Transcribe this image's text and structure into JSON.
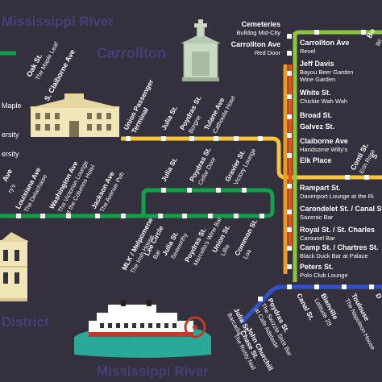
{
  "area_labels": {
    "river_top": "Mississippi River",
    "river_bottom": "Mississippi River",
    "carrollton": "Carrollton",
    "district": "District"
  },
  "colors": {
    "background": "#34303d",
    "green_line": "#12a14a",
    "yellow_line": "#f6c53a",
    "red_line": "#e2521f",
    "lime_line": "#8cc63f",
    "blue_line": "#2e54c8",
    "water": "#4a3f7a",
    "building": "#f1e6b8"
  },
  "icons": [
    "cemetery-tomb-icon",
    "university-building-icon",
    "mansion-icon",
    "steamboat-icon"
  ],
  "stops": {
    "cemeteries": {
      "name": "Cemeteries",
      "venue": "Bulldog Mid-City"
    },
    "carrollton_ave_red": {
      "name": "Carrollton Ave",
      "venue": "Red Door"
    },
    "carrollton_ave_lime": {
      "name": "Carrollton Ave",
      "venue": "Revel"
    },
    "jeff_davis": {
      "name": "Jeff Davis",
      "venue": "Bayou Beer Garden",
      "venue2": "Wine Garden"
    },
    "white_st": {
      "name": "White St.",
      "venue": "Chickie Wah Wah"
    },
    "broad_st": {
      "name": "Broad St."
    },
    "galvez_st": {
      "name": "Galvez St."
    },
    "claiborne_ave": {
      "name": "Claiborne Ave",
      "venue": "Handsome Willy's"
    },
    "elk_place": {
      "name": "Elk Place"
    },
    "rampart_st": {
      "name": "Rampart St.",
      "venue": "Davenport Lounge at the Ri"
    },
    "carondelet_st": {
      "name": "Carondelet St. / Canal St.",
      "venue": "Sazerac Bar"
    },
    "royal_st": {
      "name": "Royal St. / St. Charles",
      "venue": "Carousel Bar"
    },
    "camp_st": {
      "name": "Camp St. / Chartres St.",
      "venue": "Black Duck Bar at Palace"
    },
    "peters_st": {
      "name": "Peters St.",
      "venue": "Polo Club Lounge"
    },
    "oak_st": {
      "name": "Oak St.",
      "venue": "The Maple Leaf"
    },
    "s_claiborne_ave": {
      "name": "S. Claiborne Ave"
    },
    "maple": {
      "name": "Maple"
    },
    "ersity_1": {
      "name": "ersity"
    },
    "ersity_2": {
      "name": "ersity"
    },
    "ave_left": {
      "name": "Ave",
      "venue": "ry's"
    },
    "union_passenger": {
      "name": "Union Passenger",
      "name2": "Terminal"
    },
    "julia_st_yellow": {
      "name": "Julia St."
    },
    "poydras_st_yellow": {
      "name": "Poydras St.",
      "venue": "Borgne"
    },
    "tulane_ave": {
      "name": "Tulane Ave",
      "venue": "Cathouila Hotel"
    },
    "louisiana_ave": {
      "name": "Louisiana Ave",
      "venue": "The Delachaise"
    },
    "washington_ave": {
      "name": "Washington Ave",
      "venue": "The Victorian Lounge",
      "venue2": "at the Columns Hotel"
    },
    "jackson_ave": {
      "name": "Jackson Ave",
      "venue": "The Avenue Pub"
    },
    "julia_st_green": {
      "name": "Julia St."
    },
    "poydras_st_green": {
      "name": "Poydras St.",
      "venue": "Cellar Door"
    },
    "gravier_st": {
      "name": "Gravier St.",
      "venue": "Victory Lounge"
    },
    "mlk": {
      "name": "MLK / Melpomene",
      "venue": "The Irish House"
    },
    "lee_circle": {
      "name": "Lee Circle",
      "venue": "Bar"
    },
    "julia_st_lower": {
      "name": "Julia St.",
      "venue": "Seaworthy"
    },
    "poydras_st_lower": {
      "name": "Poydras St.",
      "venue": "Marcello's Wine Bar"
    },
    "union_st": {
      "name": "Union St.",
      "venue": "Lillie"
    },
    "common_st": {
      "name": "Common St.",
      "venue": "Loa"
    },
    "julia_st_blue": {
      "name": "Julia St.",
      "venue": "Barcadia"
    },
    "john_churchill": {
      "name": "John Churchill",
      "name2": "Chase St.",
      "venue": "The Rusty Nail"
    },
    "poydras_st_blue": {
      "name": "Poydras St.",
      "venue": "The Swizzle Stick Bar",
      "venue2": "at Cafe Adelaide"
    },
    "canal_st": {
      "name": "Canal St."
    },
    "bienville": {
      "name": "Bienville",
      "venue": "Latitude 29"
    },
    "toulouse": {
      "name": "Toulouse",
      "venue": "The Napoleon House"
    },
    "d_right": {
      "name": "D"
    },
    "conti_st": {
      "name": "Conti St.",
      "venue": "Erin Rose"
    },
    "s_right": {
      "name": "S"
    },
    "bb_right": {
      "name": "Bo",
      "venue": "Wi"
    }
  }
}
